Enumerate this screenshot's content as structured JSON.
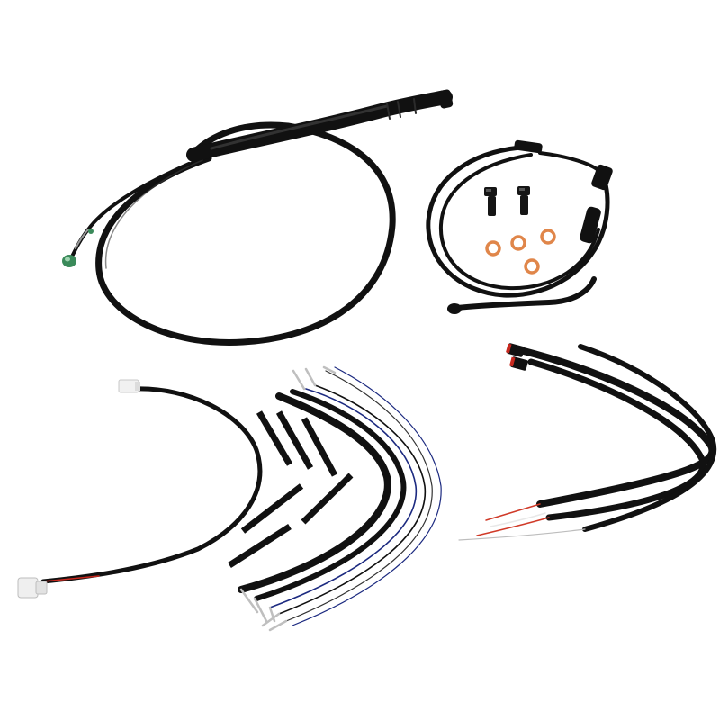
{
  "image": {
    "kind": "product-photo",
    "background": "#ffffff"
  },
  "colors": {
    "cable_black": "#111111",
    "cable_highlight": "#3a3a3a",
    "copper_washer": "#e0864a",
    "connector_white": "#eeeeee",
    "connector_red": "#c8281e",
    "wire_blue": "#1c2a80",
    "wire_red": "#d03a28",
    "silver_terminal": "#bfbfbf",
    "green_end": "#3a8a5a"
  },
  "items": [
    {
      "name": "clutch-cable",
      "color": "black"
    },
    {
      "name": "brake-line",
      "color": "black"
    },
    {
      "name": "banjo-bolts",
      "count": 2
    },
    {
      "name": "copper-crush-washers",
      "count": 4
    },
    {
      "name": "extension-harness",
      "color": "black"
    },
    {
      "name": "heat-shrink-tubes",
      "color": "black"
    },
    {
      "name": "extension-wires",
      "colors": [
        "black",
        "blue",
        "white"
      ]
    },
    {
      "name": "connector-lead-wires",
      "count": 3
    }
  ]
}
